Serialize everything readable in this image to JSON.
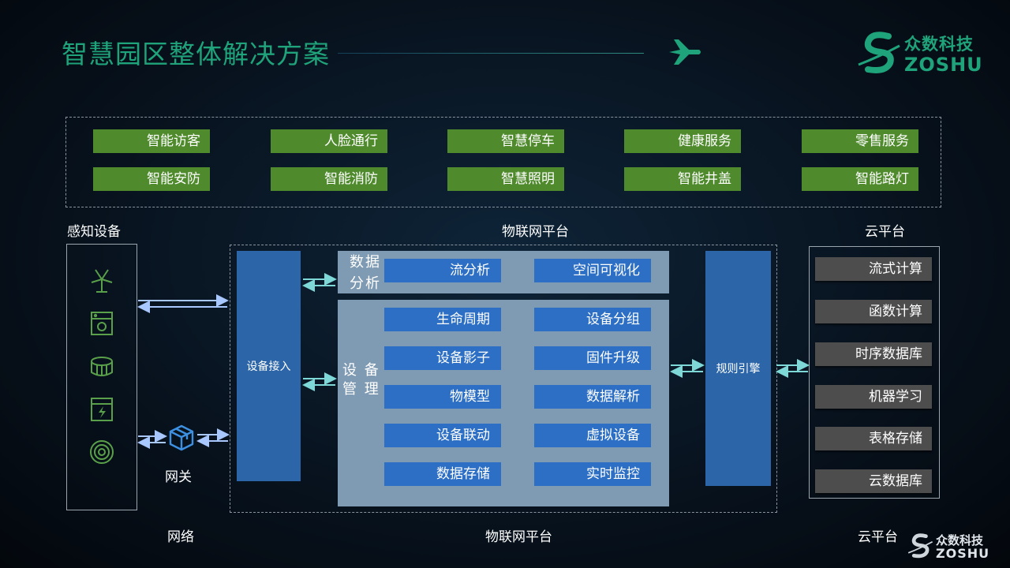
{
  "slide_title": "智慧园区整体解决方案",
  "logo": {
    "cn": "众数科技",
    "en": "ZOSHU"
  },
  "applications": [
    [
      "智能访客",
      "人脸通行",
      "智慧停车",
      "健康服务",
      "零售服务"
    ],
    [
      "智能安防",
      "智能消防",
      "智慧照明",
      "智能井盖",
      "智能路灯"
    ]
  ],
  "headers": {
    "sensing": "感知设备",
    "iot_platform": "物联网平台",
    "cloud": "云平台"
  },
  "footers": {
    "network": "网络",
    "iot_platform": "物联网平台",
    "cloud": "云平台"
  },
  "gateway_label": "网关",
  "device_access": "设备接入",
  "data_analysis": {
    "label_line1": "数据",
    "label_line2": "分析",
    "items": [
      "流分析",
      "空间可视化"
    ]
  },
  "device_management": {
    "label_line1": "设 备",
    "label_line2": "管 理",
    "items": [
      [
        "生命周期",
        "设备分组"
      ],
      [
        "设备影子",
        "固件升级"
      ],
      [
        "物模型",
        "数据解析"
      ],
      [
        "设备联动",
        "虚拟设备"
      ],
      [
        "数据存储",
        "实时监控"
      ]
    ]
  },
  "rule_engine": "规则引擎",
  "cloud_services": [
    "流式计算",
    "函数计算",
    "时序数据库",
    "机器学习",
    "表格存储",
    "云数据库"
  ],
  "sensor_icons": [
    "windmill-icon",
    "washer-icon",
    "drum-icon",
    "power-cabinet-icon",
    "target-icon"
  ],
  "colors": {
    "title": "#1fa37a",
    "app_tag": "#4f8b2d",
    "blue_button": "#2d6fc4",
    "panel": "#7f9ab3",
    "cloud_tag": "#4d4d4d",
    "arrow": "#7fd8d8"
  }
}
